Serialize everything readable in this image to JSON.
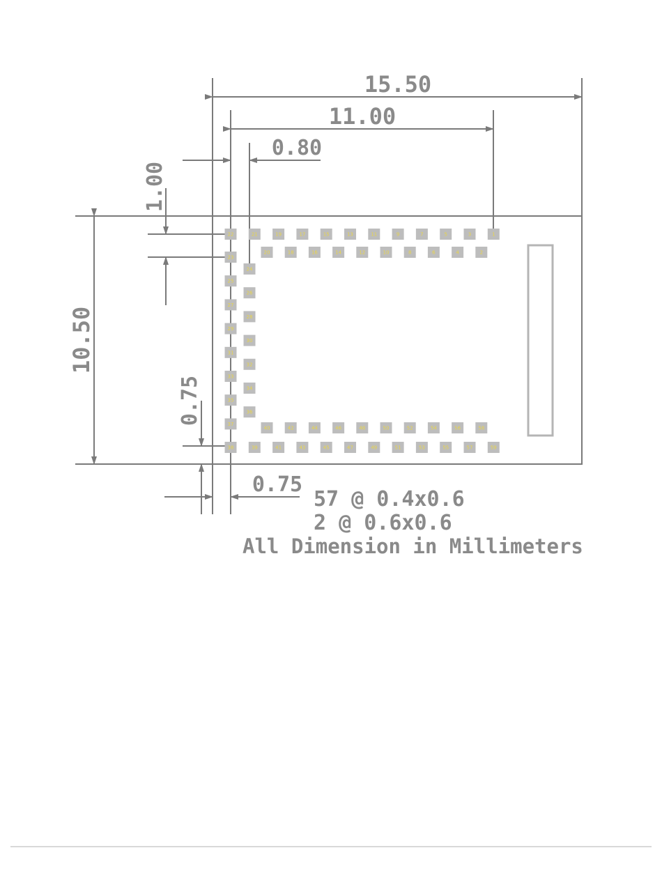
{
  "dimensions": {
    "overall_width": "15.50",
    "pad_span_width": "11.00",
    "pad_pitch": "0.80",
    "top_offset": "1.00",
    "overall_height": "10.50",
    "bottom_offset": "0.75",
    "left_offset": "0.75"
  },
  "notes": {
    "pad_count_small": "57 @ 0.4x0.6",
    "pad_count_large": "2 @ 0.6x0.6",
    "units": "All Dimension in Millimeters"
  },
  "pads": {
    "top_outer": [
      "22",
      "21",
      "19",
      "17",
      "15",
      "13",
      "11",
      "9",
      "7",
      "5",
      "3",
      "1"
    ],
    "top_inner": [
      "20",
      "18",
      "16",
      "14",
      "12",
      "10",
      "8",
      "6",
      "4",
      "2"
    ],
    "left_outer": [
      "23",
      "25",
      "27",
      "29",
      "31",
      "33",
      "35",
      "37"
    ],
    "left_inner": [
      "24",
      "26",
      "28",
      "30",
      "32",
      "34",
      "36"
    ],
    "bottom_outer": [
      "38",
      "39",
      "41",
      "43",
      "45",
      "47",
      "49",
      "51",
      "53",
      "55",
      "57",
      "59"
    ],
    "bottom_inner": [
      "40",
      "42",
      "44",
      "46",
      "48",
      "50",
      "52",
      "54",
      "56",
      "58"
    ]
  },
  "colors": {
    "line": "#7a7a7a",
    "pad": "#bdbdbd",
    "pad_label": "#e8d44a",
    "text": "#8a8a8a"
  }
}
